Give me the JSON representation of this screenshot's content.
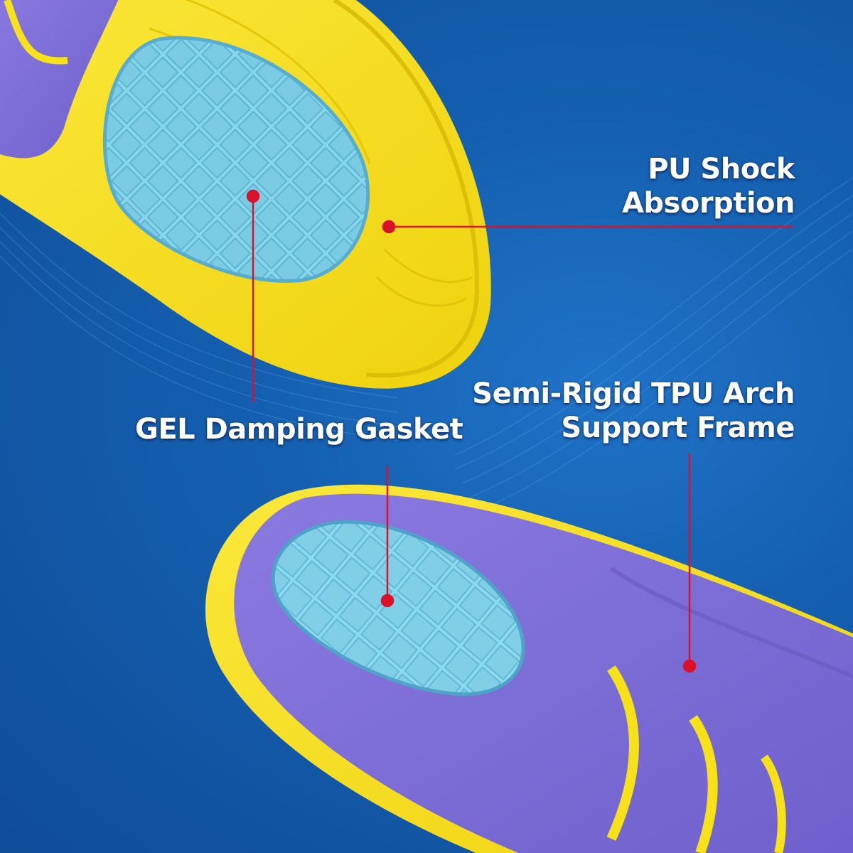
{
  "callouts": {
    "pu_shock": {
      "line1": "PU Shock",
      "line2": "Absorption"
    },
    "gel_gasket": {
      "text": "GEL Damping Gasket"
    },
    "tpu_frame": {
      "line1": "Semi-Rigid TPU Arch",
      "line2": "Support Frame"
    }
  },
  "colors": {
    "background": "#155fb0",
    "insole_yellow": "#f7e219",
    "insole_purple": "#7f6ed8",
    "gel_blue": "#7fd3ea",
    "callout_red": "#d9122a",
    "text": "#ffffff"
  }
}
